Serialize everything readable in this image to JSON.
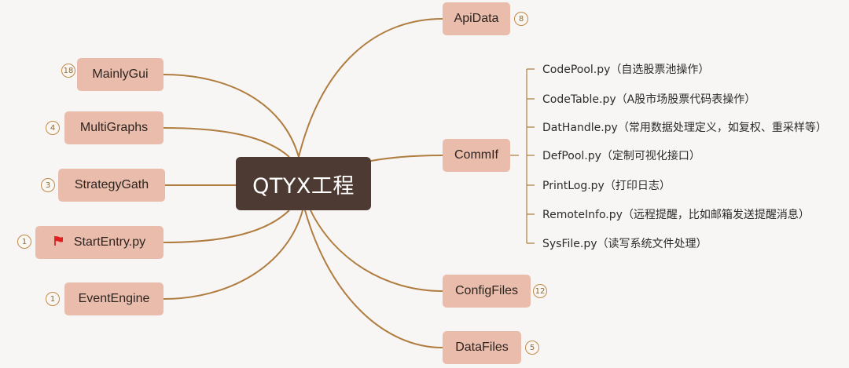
{
  "center": {
    "label": "QTYX工程"
  },
  "left_nodes": [
    {
      "id": "mainlygui",
      "label": "MainlyGui",
      "badge": "18"
    },
    {
      "id": "multigraphs",
      "label": "MultiGraphs",
      "badge": "4"
    },
    {
      "id": "strategygath",
      "label": "StrategyGath",
      "badge": "3"
    },
    {
      "id": "startentry",
      "label": "StartEntry.py",
      "badge": "1",
      "icon": "red-flag-icon"
    },
    {
      "id": "eventengine",
      "label": "EventEngine",
      "badge": "1"
    }
  ],
  "right_nodes": [
    {
      "id": "apidata",
      "label": "ApiData",
      "badge": "8"
    },
    {
      "id": "commif",
      "label": "CommIf"
    },
    {
      "id": "configfiles",
      "label": "ConfigFiles",
      "badge": "12"
    },
    {
      "id": "datafiles",
      "label": "DataFiles",
      "badge": "5"
    }
  ],
  "commif_children": [
    "CodePool.py（自选股票池操作）",
    "CodeTable.py（A股市场股票代码表操作）",
    "DatHandle.py（常用数据处理定义，如复权、重采样等）",
    "DefPool.py（定制可视化接口）",
    "PrintLog.py（打印日志）",
    "RemoteInfo.py（远程提醒，比如邮箱发送提醒消息）",
    "SysFile.py（读写系统文件处理）"
  ],
  "colors": {
    "background": "#f8f6f4",
    "center": "#4d3b33",
    "node": "#e9bcab",
    "connector": "#b07d40",
    "badge_border": "#c08a4b",
    "flag": "#e02020"
  }
}
